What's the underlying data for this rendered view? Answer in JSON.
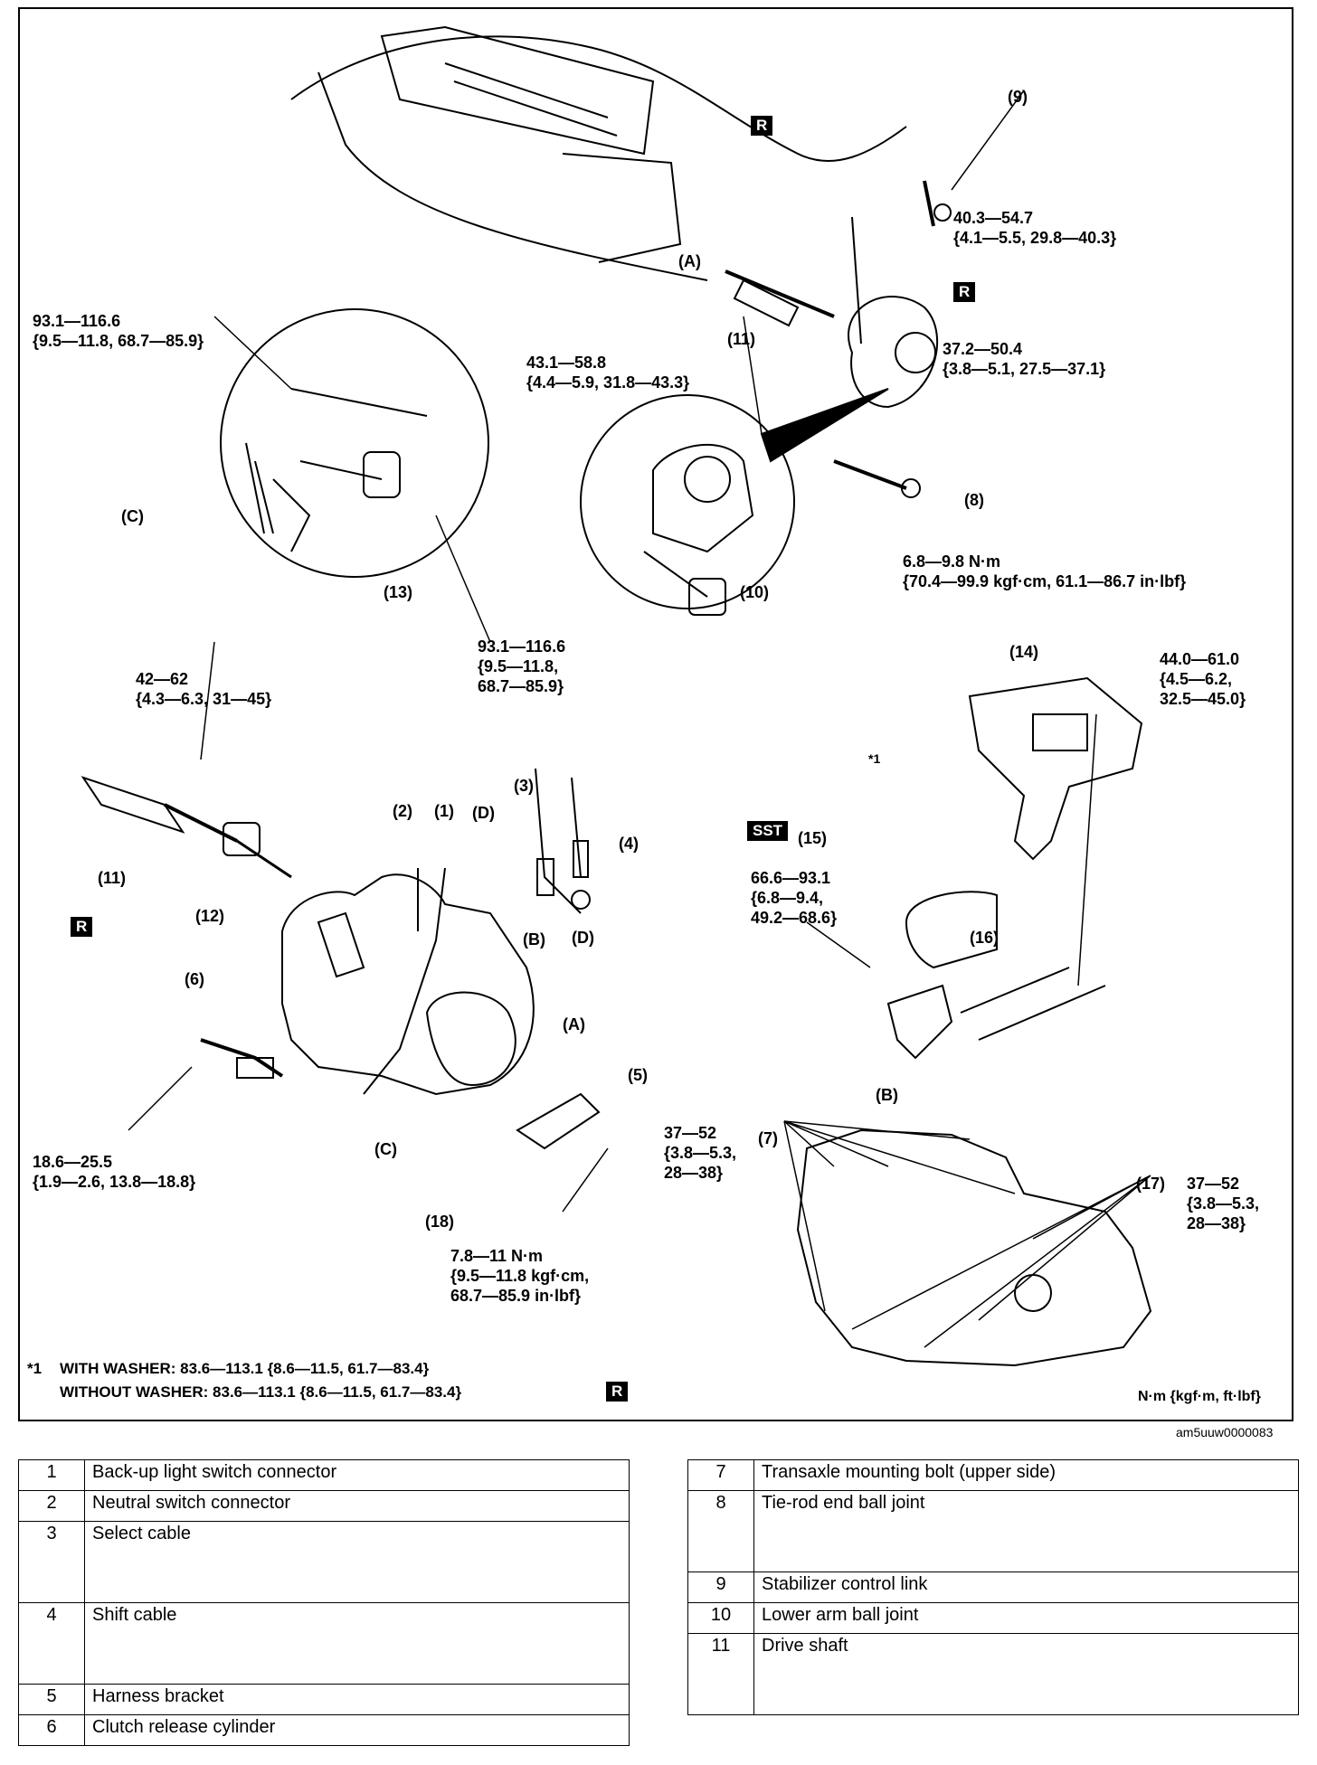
{
  "torques": {
    "t9": "40.3—54.7\n{4.1—5.5, 29.8—40.3}",
    "t8": "37.2—50.4\n{3.8—5.1, 27.5—37.1}",
    "t13a": "93.1—116.6\n{9.5—11.8, 68.7—85.9}",
    "t10": "43.1—58.8\n{4.4—5.9, 31.8—43.3}",
    "t13b": "93.1—116.6\n{9.5—11.8,\n68.7—85.9}",
    "t14a": "6.8—9.8 N·m\n{70.4—99.9 kgf·cm, 61.1—86.7 in·lbf}",
    "t14b": "44.0—61.0\n{4.5—6.2,\n32.5—45.0}",
    "t12": "42—62\n{4.3—6.3, 31—45}",
    "t16": "66.6—93.1\n{6.8—9.4,\n49.2—68.6}",
    "t6": "18.6—25.5\n{1.9—2.6, 13.8—18.8}",
    "t7": "37—52\n{3.8—5.3,\n28—38}",
    "t17": "37—52\n{3.8—5.3,\n28—38}",
    "t5": "7.8—11 N·m\n{9.5—11.8 kgf·cm,\n68.7—85.9 in·lbf}"
  },
  "badges": {
    "r": "R",
    "sst": "SST"
  },
  "star_mark": "*1",
  "footnote": {
    "line1": "WITH WASHER: 83.6—113.1 {8.6—11.5, 61.7—83.4}",
    "line2": "WITHOUT WASHER: 83.6—113.1 {8.6—11.5, 61.7—83.4}"
  },
  "units_note": "N·m {kgf·m, ft·lbf}",
  "figure_id": "am5uuw0000083",
  "callouts": {
    "n1": "1",
    "n2": "2",
    "n3": "3",
    "n4": "4",
    "n5": "5",
    "n6": "6",
    "n7": "7",
    "n8": "8",
    "n9": "9",
    "n10": "10",
    "n11": "11",
    "n12": "12",
    "n13": "13",
    "n14": "14",
    "n15": "15",
    "n16": "16",
    "n17": "17",
    "n18": "18",
    "A": "A",
    "B": "B",
    "C": "C",
    "D": "D"
  },
  "legend_left": [
    {
      "num": "1",
      "label": "Back-up light switch connector"
    },
    {
      "num": "2",
      "label": "Neutral switch connector"
    },
    {
      "num": "3",
      "label": "Select cable"
    },
    {
      "num": "4",
      "label": "Shift cable"
    },
    {
      "num": "5",
      "label": "Harness bracket"
    },
    {
      "num": "6",
      "label": "Clutch release cylinder"
    }
  ],
  "legend_right": [
    {
      "num": "7",
      "label": "Transaxle mounting bolt (upper side)"
    },
    {
      "num": "8",
      "label": "Tie-rod end ball joint"
    },
    {
      "num": "9",
      "label": "Stabilizer control link"
    },
    {
      "num": "10",
      "label": "Lower arm ball joint"
    },
    {
      "num": "11",
      "label": "Drive shaft"
    }
  ]
}
